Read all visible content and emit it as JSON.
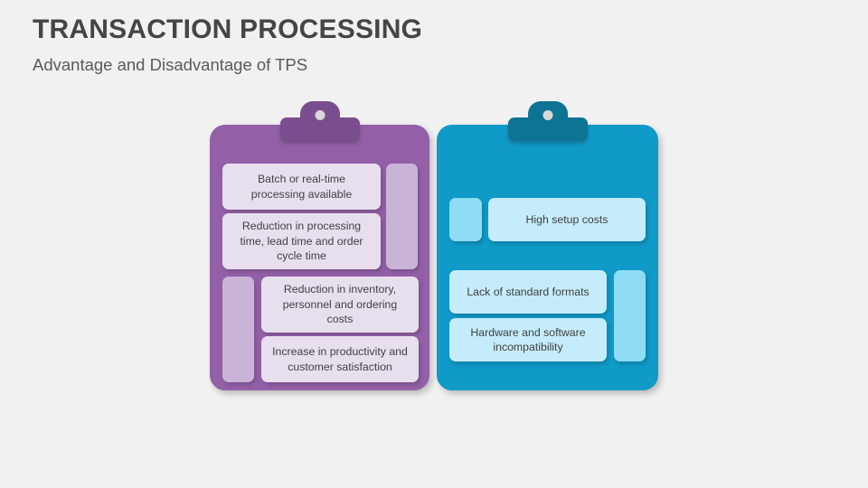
{
  "header": {
    "title": "TRANSACTION PROCESSING",
    "subtitle": "Advantage and Disadvantage of TPS"
  },
  "colors": {
    "background": "#f1f1f1",
    "title_text": "#454545",
    "subtitle_text": "#5a5a5a",
    "card_text": "#404040",
    "purple_board": "#9360a8",
    "purple_clip": "#7a4e8e",
    "purple_card": "#e8dfee",
    "purple_accent": "#c9b4d8",
    "blue_board": "#109ac8",
    "blue_clip": "#0d7494",
    "blue_card": "#c5ecfa",
    "blue_accent": "#8fdcf5"
  },
  "clipboards": [
    {
      "id": "advantages",
      "clip_icon": "clipboard-clip-icon",
      "cards": [
        {
          "text": "Batch or real-time processing available"
        },
        {
          "text": "Reduction in processing time, lead time and order cycle time"
        },
        {
          "text": "Reduction in inventory, personnel and ordering costs"
        },
        {
          "text": "Increase in productivity and customer satisfaction"
        }
      ]
    },
    {
      "id": "disadvantages",
      "clip_icon": "clipboard-clip-icon",
      "cards": [
        {
          "text": "High setup costs"
        },
        {
          "text": "Lack of standard formats"
        },
        {
          "text": "Hardware and software incompatibility"
        }
      ]
    }
  ]
}
